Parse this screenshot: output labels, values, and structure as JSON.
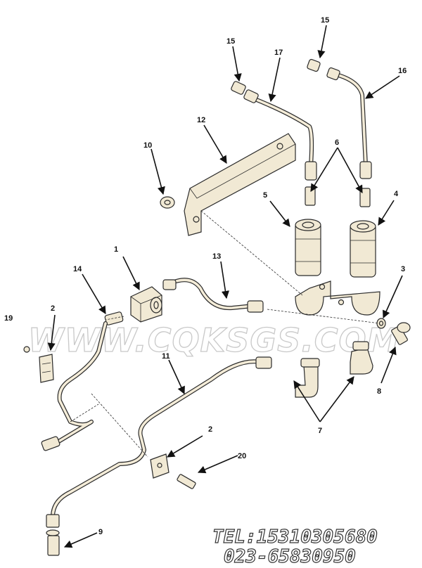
{
  "callouts": {
    "c1": "1",
    "c2a": "2",
    "c2b": "2",
    "c3": "3",
    "c4": "4",
    "c5": "5",
    "c6": "6",
    "c7": "7",
    "c8": "8",
    "c9": "9",
    "c10": "10",
    "c11": "11",
    "c12": "12",
    "c13": "13",
    "c14": "14",
    "c15a": "15",
    "c15b": "15",
    "c16": "16",
    "c17": "17",
    "c19": "19",
    "c20": "20"
  },
  "watermark": "WWW.CQKSGS.COM",
  "contact": {
    "tel": "TEL:15310305680",
    "phone": "023-65830950"
  },
  "colors": {
    "line": "#2b2b2b",
    "fill": "#f1e9d4",
    "watermark": "#c9c9c9"
  }
}
